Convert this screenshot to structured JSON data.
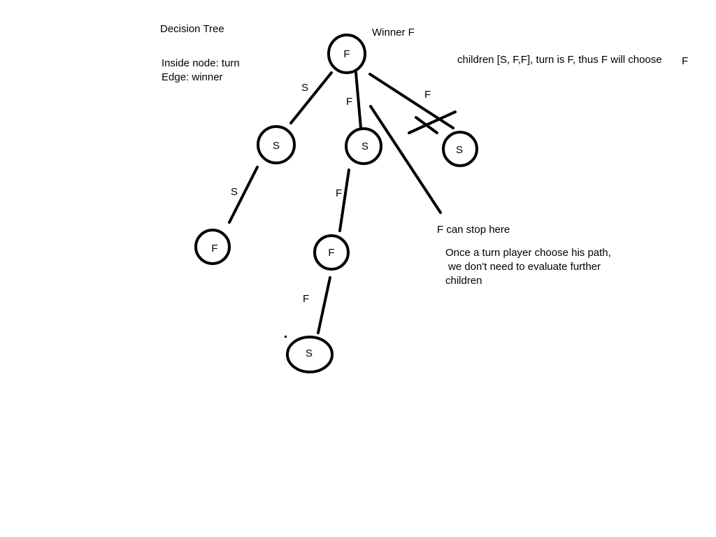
{
  "title": "Decision Tree",
  "legend": {
    "line1": "Inside node: turn",
    "line2": "Edge: winner"
  },
  "root_annotation": "Winner F",
  "children_note": {
    "text": "children [S, F,F], turn is F, thus F will choose",
    "choice": "F"
  },
  "stop_note": "F can stop here",
  "explanation": {
    "line1": "Once a turn player choose his path,",
    "line2": "we don't need to evaluate further",
    "line3": "children"
  },
  "nodes": {
    "root": "F",
    "left": "S",
    "middle": "S",
    "right": "S",
    "left_child": "F",
    "middle_child": "F",
    "middle_grandchild": "S"
  },
  "edges": {
    "root_left": "S",
    "root_middle": "F",
    "root_right": "F",
    "left_leftchild": "S",
    "middle_middlechild": "F",
    "middlechild_grandchild": "F"
  },
  "colors": {
    "ink": "#000000",
    "background": "#ffffff"
  }
}
